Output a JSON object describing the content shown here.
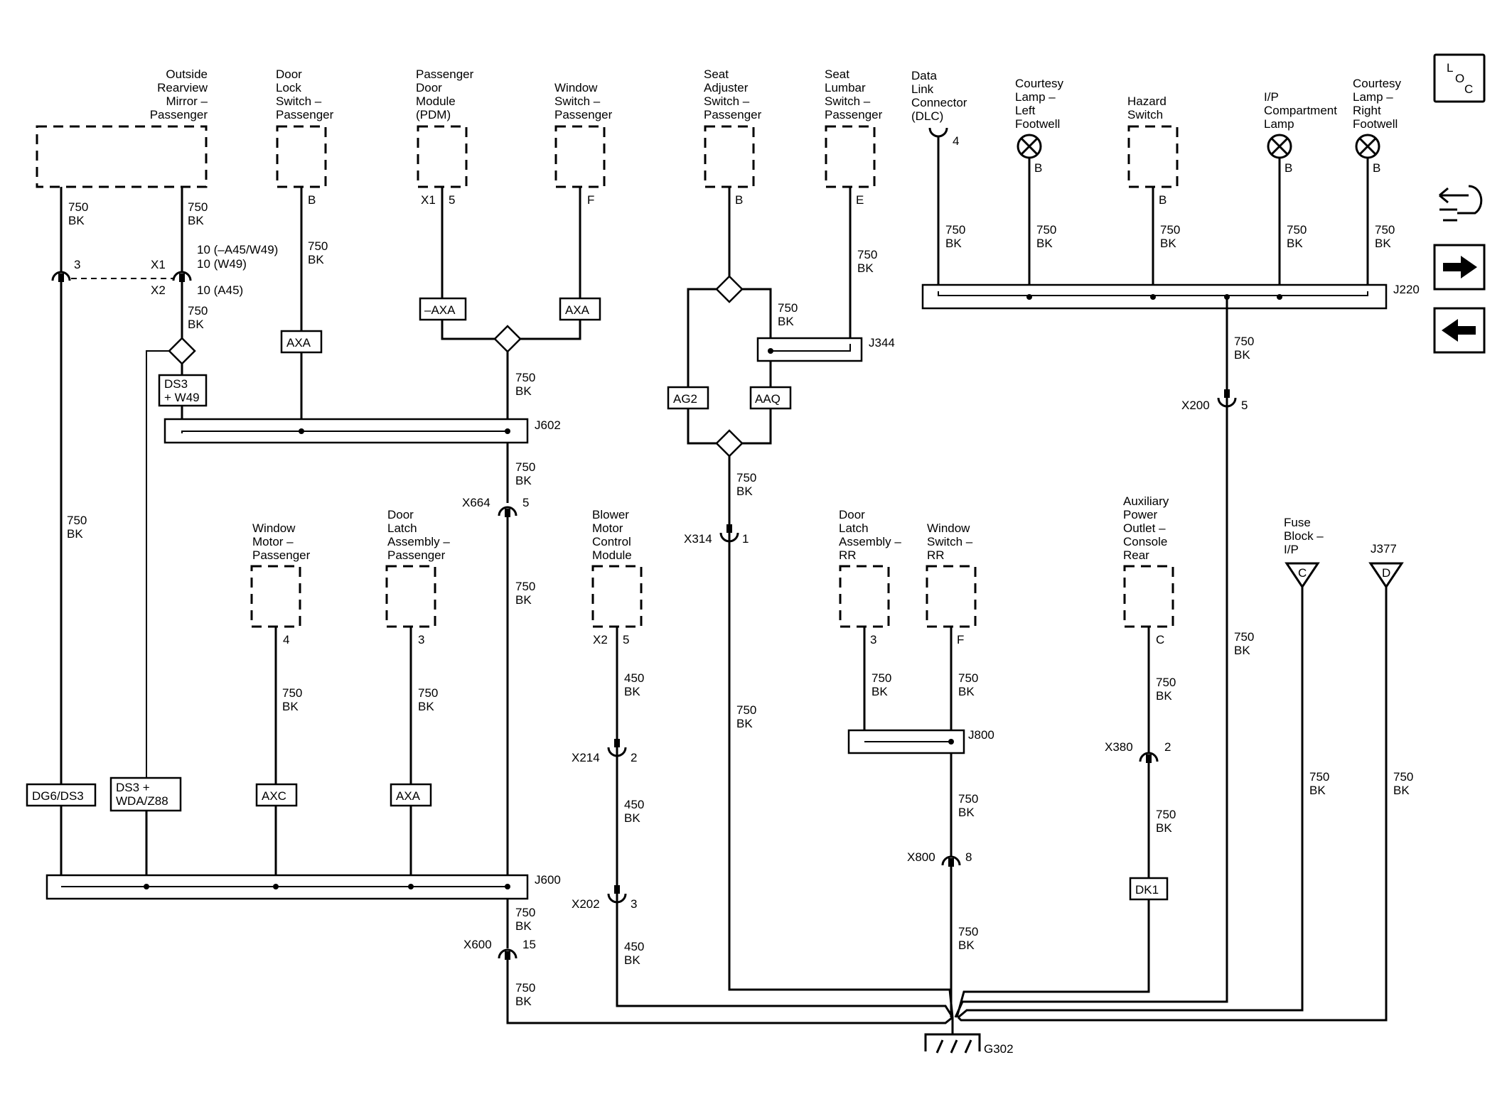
{
  "components": {
    "mirror": [
      "Outside",
      "Rearview",
      "Mirror –",
      "Passenger"
    ],
    "door_lock_switch": [
      "Door",
      "Lock",
      "Switch –",
      "Passenger"
    ],
    "pdm": [
      "Passenger",
      "Door",
      "Module",
      "(PDM)"
    ],
    "window_switch_pass": [
      "Window",
      "Switch –",
      "Passenger"
    ],
    "seat_adjuster": [
      "Seat",
      "Adjuster",
      "Switch –",
      "Passenger"
    ],
    "seat_lumbar": [
      "Seat",
      "Lumbar",
      "Switch –",
      "Passenger"
    ],
    "dlc": [
      "Data",
      "Link",
      "Connector",
      "(DLC)"
    ],
    "courtesy_left": [
      "Courtesy",
      "Lamp –",
      "Left",
      "Footwell"
    ],
    "hazard_switch": [
      "Hazard",
      "Switch"
    ],
    "ip_lamp": [
      "I/P",
      "Compartment",
      "Lamp"
    ],
    "courtesy_right": [
      "Courtesy",
      "Lamp –",
      "Right",
      "Footwell"
    ],
    "window_motor": [
      "Window",
      "Motor –",
      "Passenger"
    ],
    "door_latch_pass": [
      "Door",
      "Latch",
      "Assembly –",
      "Passenger"
    ],
    "blower": [
      "Blower",
      "Motor",
      "Control",
      "Module"
    ],
    "door_latch_rr": [
      "Door",
      "Latch",
      "Assembly –",
      "RR"
    ],
    "window_switch_rr": [
      "Window",
      "Switch –",
      "RR"
    ],
    "aux_outlet": [
      "Auxiliary",
      "Power",
      "Outlet –",
      "Console",
      "Rear"
    ],
    "fuse_block": [
      "Fuse",
      "Block –",
      "I/P"
    ],
    "j377_label": "J377"
  },
  "pins": {
    "door_lock": "B",
    "pdm_conn": "X1",
    "pdm_pin": "5",
    "window_switch_pass": "F",
    "seat_adjuster": "B",
    "seat_lumbar": "E",
    "dlc": "4",
    "courtesy_left": "B",
    "hazard": "B",
    "ip_lamp": "B",
    "courtesy_right": "B",
    "window_motor": "4",
    "door_latch_pass": "3",
    "blower_conn": "X2",
    "blower_pin": "5",
    "door_latch_rr": "3",
    "window_switch_rr": "F",
    "aux_outlet": "C",
    "fuse_block": "C",
    "j377": "D"
  },
  "wire": {
    "size": "750",
    "size_450": "450",
    "color": "BK"
  },
  "mirror_connector": {
    "pin_left": "3",
    "x1": "X1",
    "x2": "X2",
    "opt1": "10 (–A45/W49)",
    "opt2": "10 (W49)",
    "opt3": "10 (A45)"
  },
  "splices": {
    "j602": "J602",
    "j600": "J600",
    "j344": "J344",
    "j220": "J220",
    "j800": "J800"
  },
  "inline": {
    "x664": "X664",
    "x664_pin": "5",
    "x600": "X600",
    "x600_pin": "15",
    "x314": "X314",
    "x314_pin": "1",
    "x200": "X200",
    "x200_pin": "5",
    "x214": "X214",
    "x214_pin": "2",
    "x202": "X202",
    "x202_pin": "3",
    "x800": "X800",
    "x800_pin": "8",
    "x380": "X380",
    "x380_pin": "2"
  },
  "options": {
    "axa": "AXA",
    "neg_axa": "–AXA",
    "ag2": "AG2",
    "aaq": "AAQ",
    "ds3_w49": [
      "DS3",
      "+ W49"
    ],
    "dg6_ds3": "DG6/DS3",
    "ds3_wda": [
      "DS3 +",
      "WDA/Z88"
    ],
    "axc": "AXC",
    "dk1": "DK1"
  },
  "ground": "G302",
  "nav": {
    "loc": [
      "L",
      "O",
      "C"
    ]
  }
}
